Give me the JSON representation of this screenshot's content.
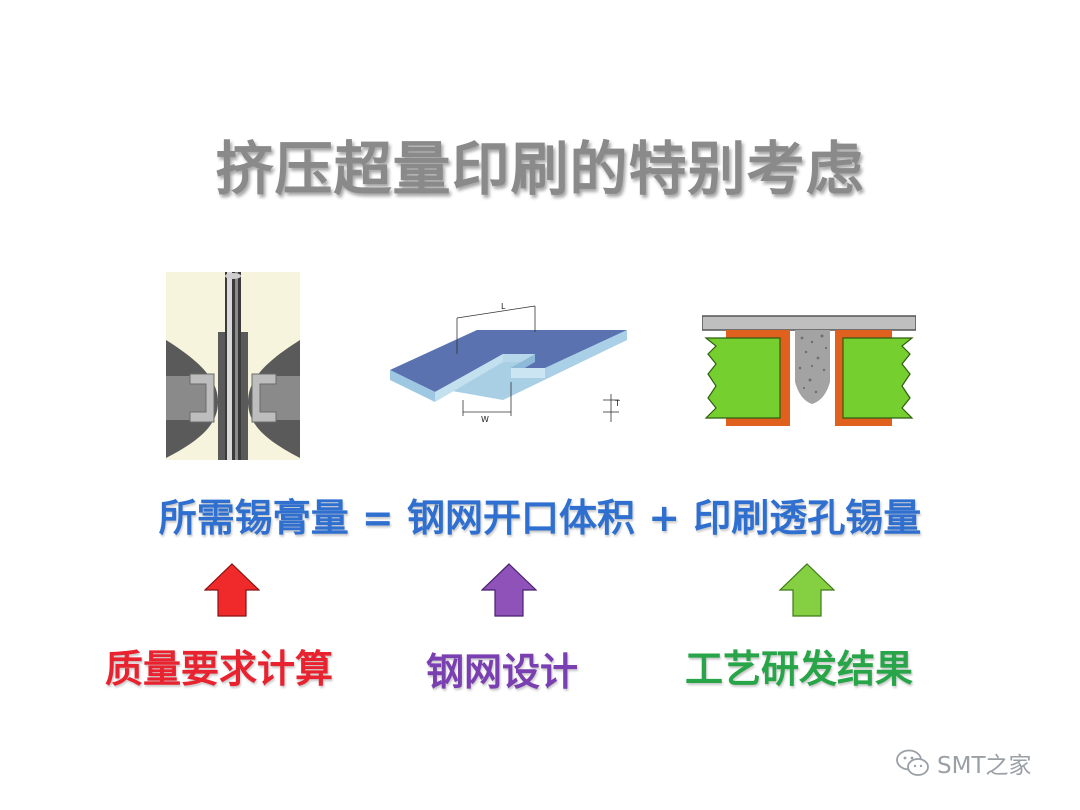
{
  "slide": {
    "title": "挤压超量印刷的特别考虑",
    "formula": "所需锡膏量 = 钢网开口体积 + 印刷透孔锡量",
    "labels": {
      "quality": "质量要求计算",
      "stencil": "钢网设计",
      "process": "工艺研发结果"
    },
    "stencil_dims": {
      "length": "L",
      "width": "W",
      "thickness": "T"
    }
  },
  "colors": {
    "title": "#8a8a8a",
    "formula": "#2e6fd0",
    "red": "#e8232f",
    "purple": "#7a3fb0",
    "green": "#28a548"
  },
  "watermark": {
    "icon": "wechat-icon",
    "text": "SMT之家"
  }
}
